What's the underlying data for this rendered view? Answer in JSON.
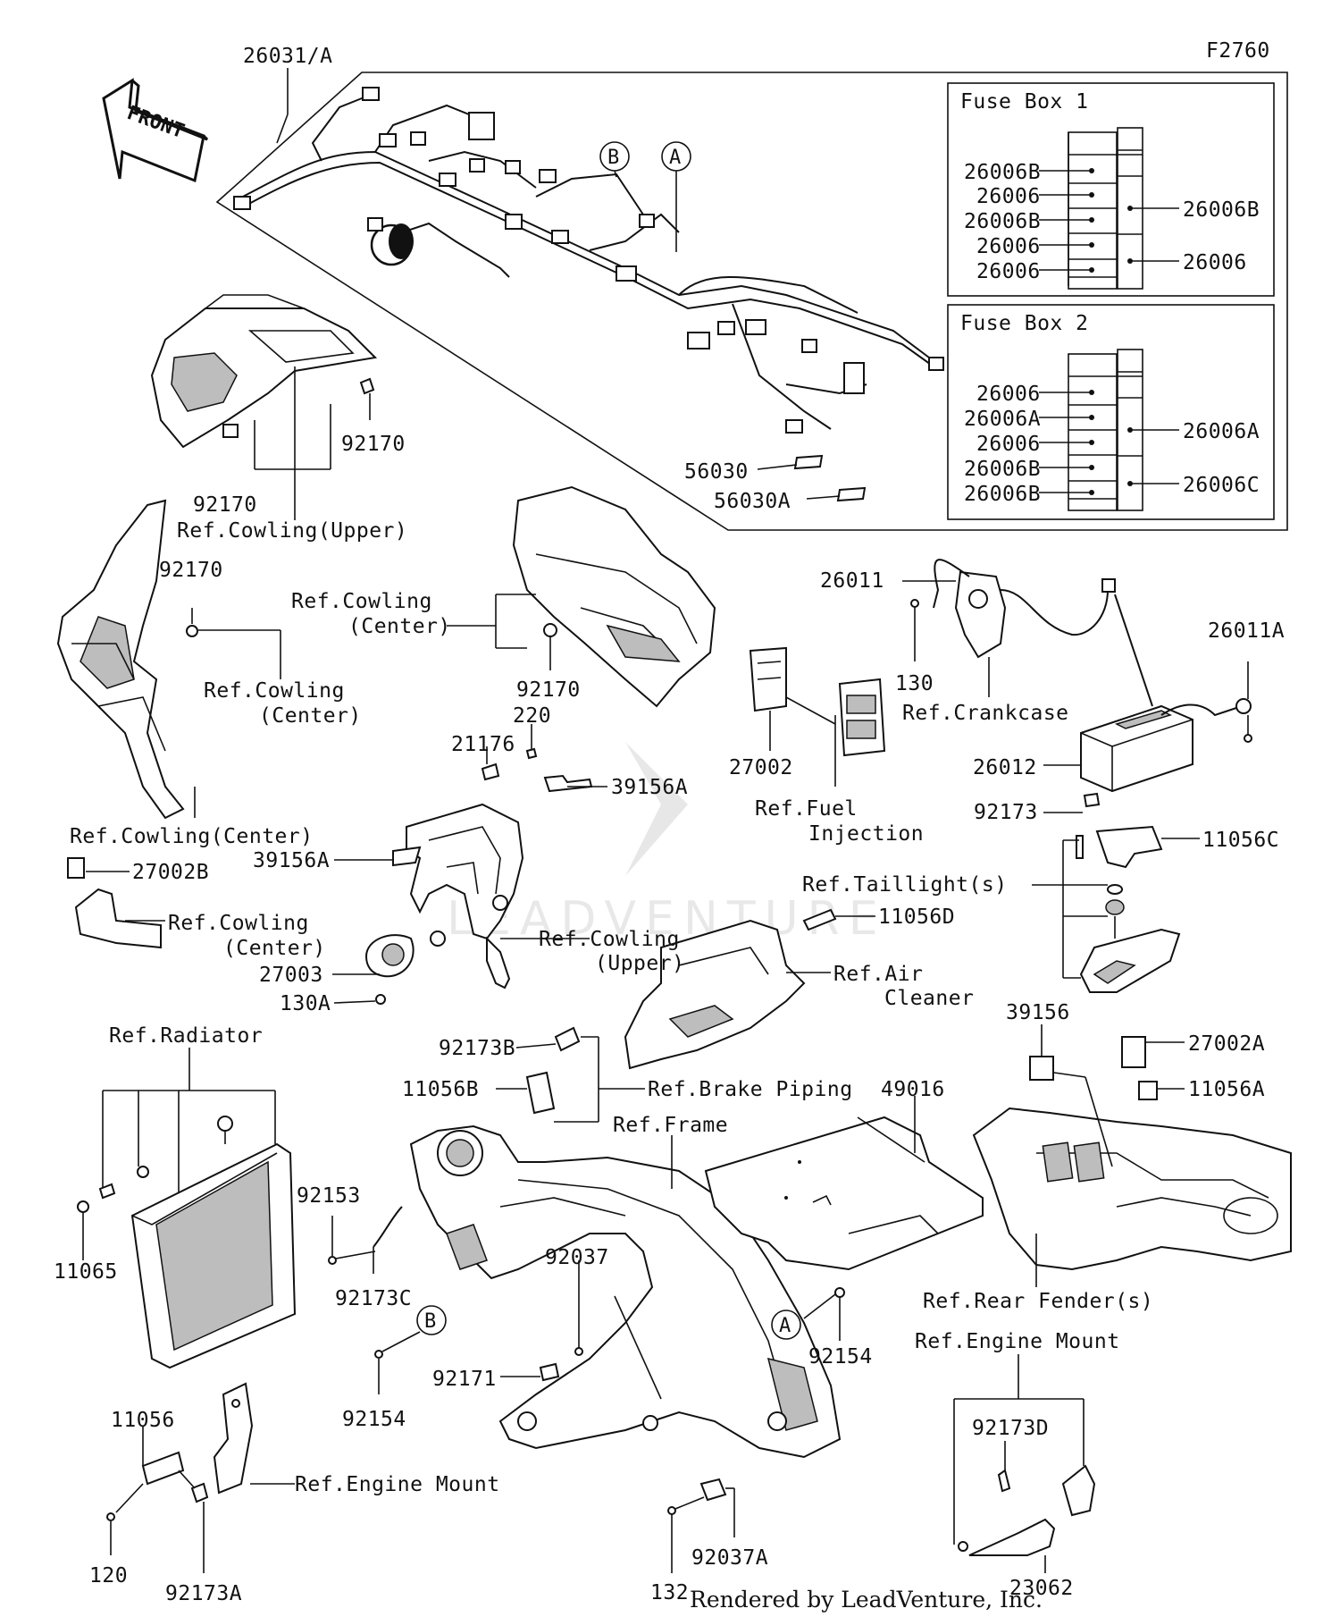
{
  "figure_code": "F2760",
  "front_label": "FRONT",
  "footer": "Rendered by LeadVenture, Inc.",
  "watermark": "LEADVENTURE",
  "fuse_box_1": {
    "title": "Fuse Box 1",
    "left_labels": [
      "26006B",
      "26006",
      "26006B",
      "26006",
      "26006"
    ],
    "right_labels": [
      "26006B",
      "26006"
    ]
  },
  "fuse_box_2": {
    "title": "Fuse Box 2",
    "left_labels": [
      "26006",
      "26006A",
      "26006",
      "26006B",
      "26006B"
    ],
    "right_labels": [
      "26006A",
      "26006C"
    ]
  },
  "callouts": {
    "a": "A",
    "b": "B"
  },
  "labels": {
    "p26031A": "26031/A",
    "p56030": "56030",
    "p56030A": "56030A",
    "p92170_a": "92170",
    "p92170_b": "92170",
    "p92170_c": "92170",
    "p92170_d": "92170",
    "ref_cowling_upper_1": "Ref.Cowling(Upper)",
    "ref_cowling_center_1a": "Ref.Cowling",
    "ref_cowling_center_1b": "(Center)",
    "ref_cowling_center_2a": "Ref.Cowling",
    "ref_cowling_center_2b": "(Center)",
    "ref_cowling_center_3": "Ref.Cowling(Center)",
    "ref_cowling_center_4a": "Ref.Cowling",
    "ref_cowling_center_4b": "(Center)",
    "ref_cowling_upper_2a": "Ref.Cowling",
    "ref_cowling_upper_2b": "(Upper)",
    "p26011": "26011",
    "p26011A": "26011A",
    "p130": "130",
    "ref_crankcase": "Ref.Crankcase",
    "p27002": "27002",
    "ref_fuel_a": "Ref.Fuel",
    "ref_fuel_b": "Injection",
    "p26012": "26012",
    "p92173": "92173",
    "p11056C": "11056C",
    "ref_taillight": "Ref.Taillight(s)",
    "p11056D": "11056D",
    "ref_air_a": "Ref.Air",
    "ref_air_b": "Cleaner",
    "p220": "220",
    "p21176": "21176",
    "p39156A_a": "39156A",
    "p39156A_b": "39156A",
    "p27002B": "27002B",
    "p27003": "27003",
    "p130A": "130A",
    "ref_radiator": "Ref.Radiator",
    "p11065": "11065",
    "p92173B": "92173B",
    "p11056B": "11056B",
    "ref_brake_piping": "Ref.Brake Piping",
    "ref_frame": "Ref.Frame",
    "p49016": "49016",
    "p39156": "39156",
    "p27002A": "27002A",
    "p11056A": "11056A",
    "p92153": "92153",
    "p92173C": "92173C",
    "p92037": "92037",
    "p92154_a": "92154",
    "p92154_b": "92154",
    "p92171": "92171",
    "ref_rear_fender": "Ref.Rear Fender(s)",
    "ref_engine_mount_1": "Ref.Engine Mount",
    "ref_engine_mount_2": "Ref.Engine Mount",
    "p92173D": "92173D",
    "p11056": "11056",
    "p120": "120",
    "p92173A": "92173A",
    "p92037A": "92037A",
    "p132": "132",
    "p23062": "23062"
  }
}
